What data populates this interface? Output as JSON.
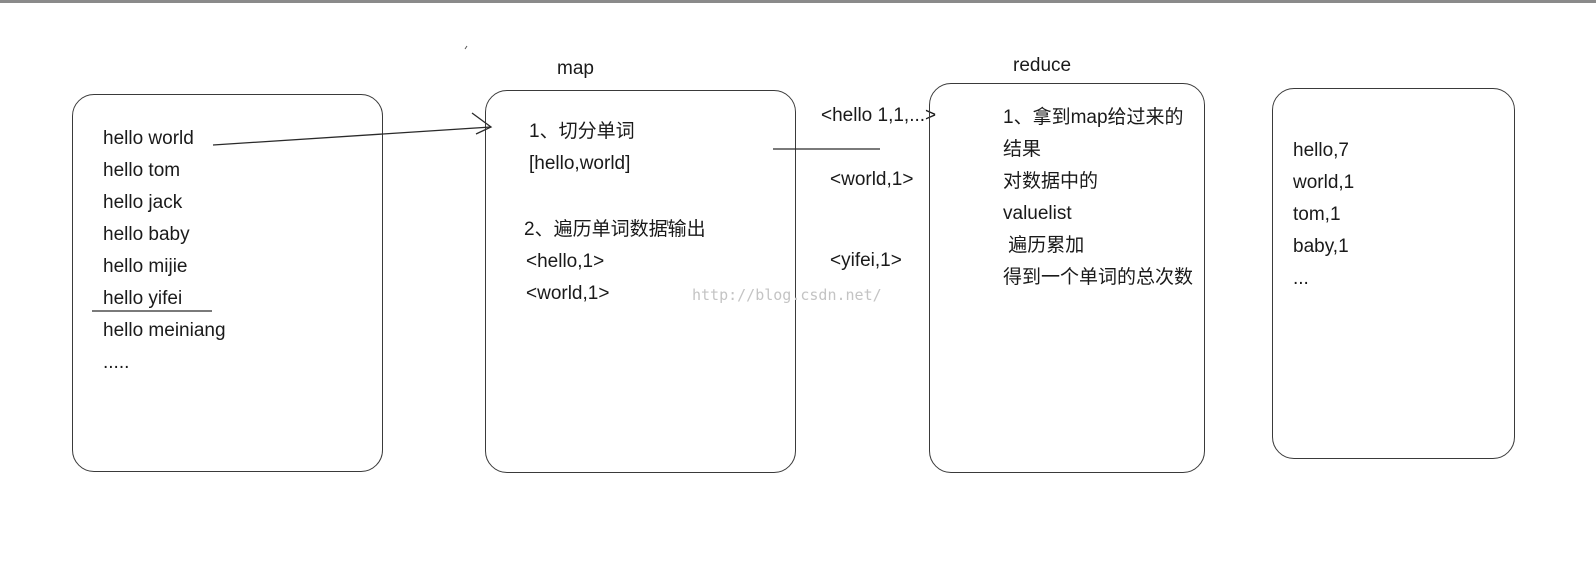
{
  "titles": {
    "map": "map",
    "reduce": "reduce"
  },
  "input_box": {
    "lines": [
      "hello world",
      "hello tom",
      "hello jack",
      "hello baby",
      "hello mijie",
      "hello yifei",
      "hello meiniang",
      "....."
    ]
  },
  "map_box": {
    "step1": "1、切分单词",
    "step1_example": "[hello,world]",
    "step2": "2、遍历单词数据输出",
    "output1": "<hello,1>",
    "output2": "<world,1>"
  },
  "shuffle_labels": {
    "hello": "<hello 1,1,...>",
    "world": "<world,1>",
    "yifei": "<yifei,1>"
  },
  "reduce_box": {
    "lines": [
      "1、拿到map给过来的",
      "结果",
      "对数据中的",
      "valuelist",
      " 遍历累加",
      "得到一个单词的总次数"
    ]
  },
  "output_box": {
    "lines": [
      "hello,7",
      "world,1",
      "tom,1",
      "baby,1",
      "..."
    ]
  },
  "watermark": "http://blog.csdn.net/"
}
